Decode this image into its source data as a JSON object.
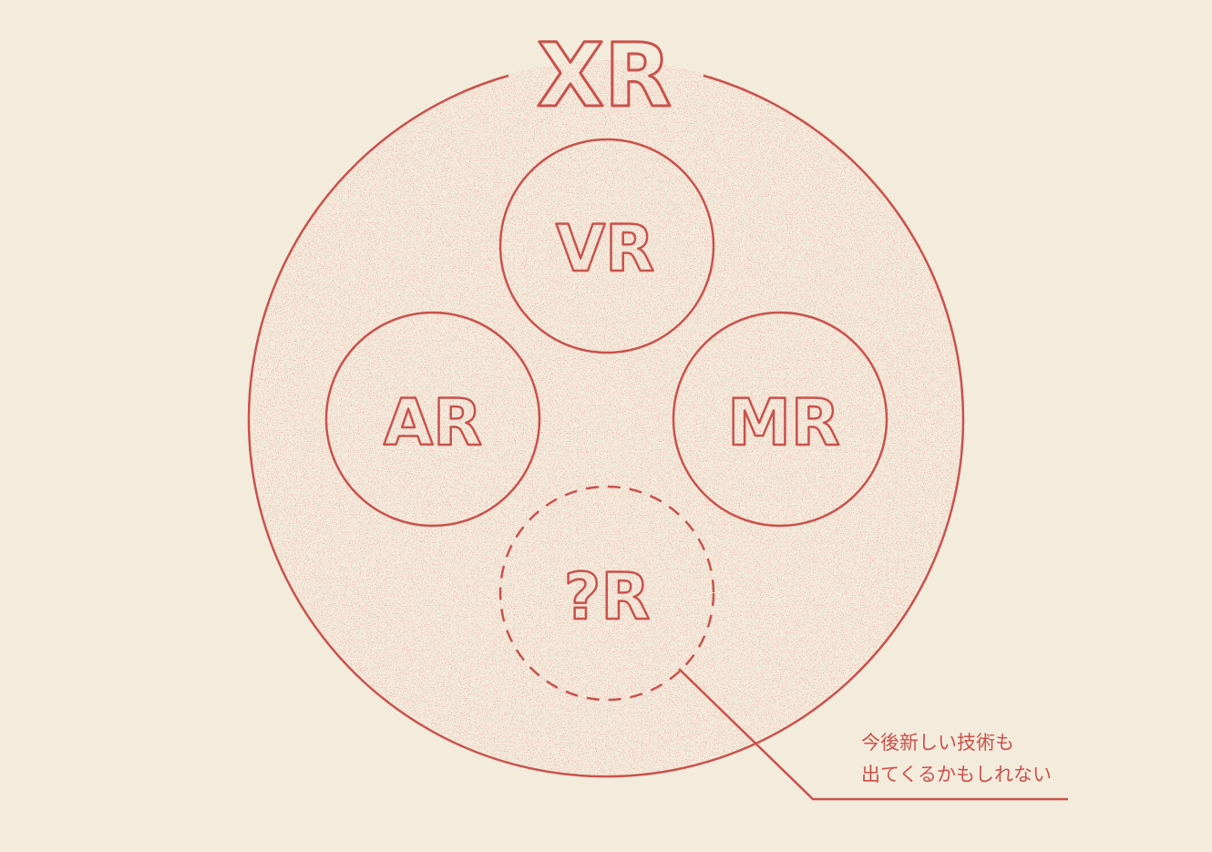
{
  "colors": {
    "background": "#f3ebdc",
    "line": "#c9524c",
    "speckle": "#d8897f"
  },
  "diagram": {
    "outer": {
      "label": "XR"
    },
    "circles": [
      {
        "id": "vr",
        "label": "VR",
        "style": "solid"
      },
      {
        "id": "ar",
        "label": "AR",
        "style": "solid"
      },
      {
        "id": "mr",
        "label": "MR",
        "style": "solid"
      },
      {
        "id": "unknown",
        "label": "?R",
        "style": "dashed"
      }
    ],
    "annotation": {
      "lines": [
        "今後新しい技術も",
        "出てくるかもしれない"
      ],
      "points_to": "unknown"
    }
  }
}
